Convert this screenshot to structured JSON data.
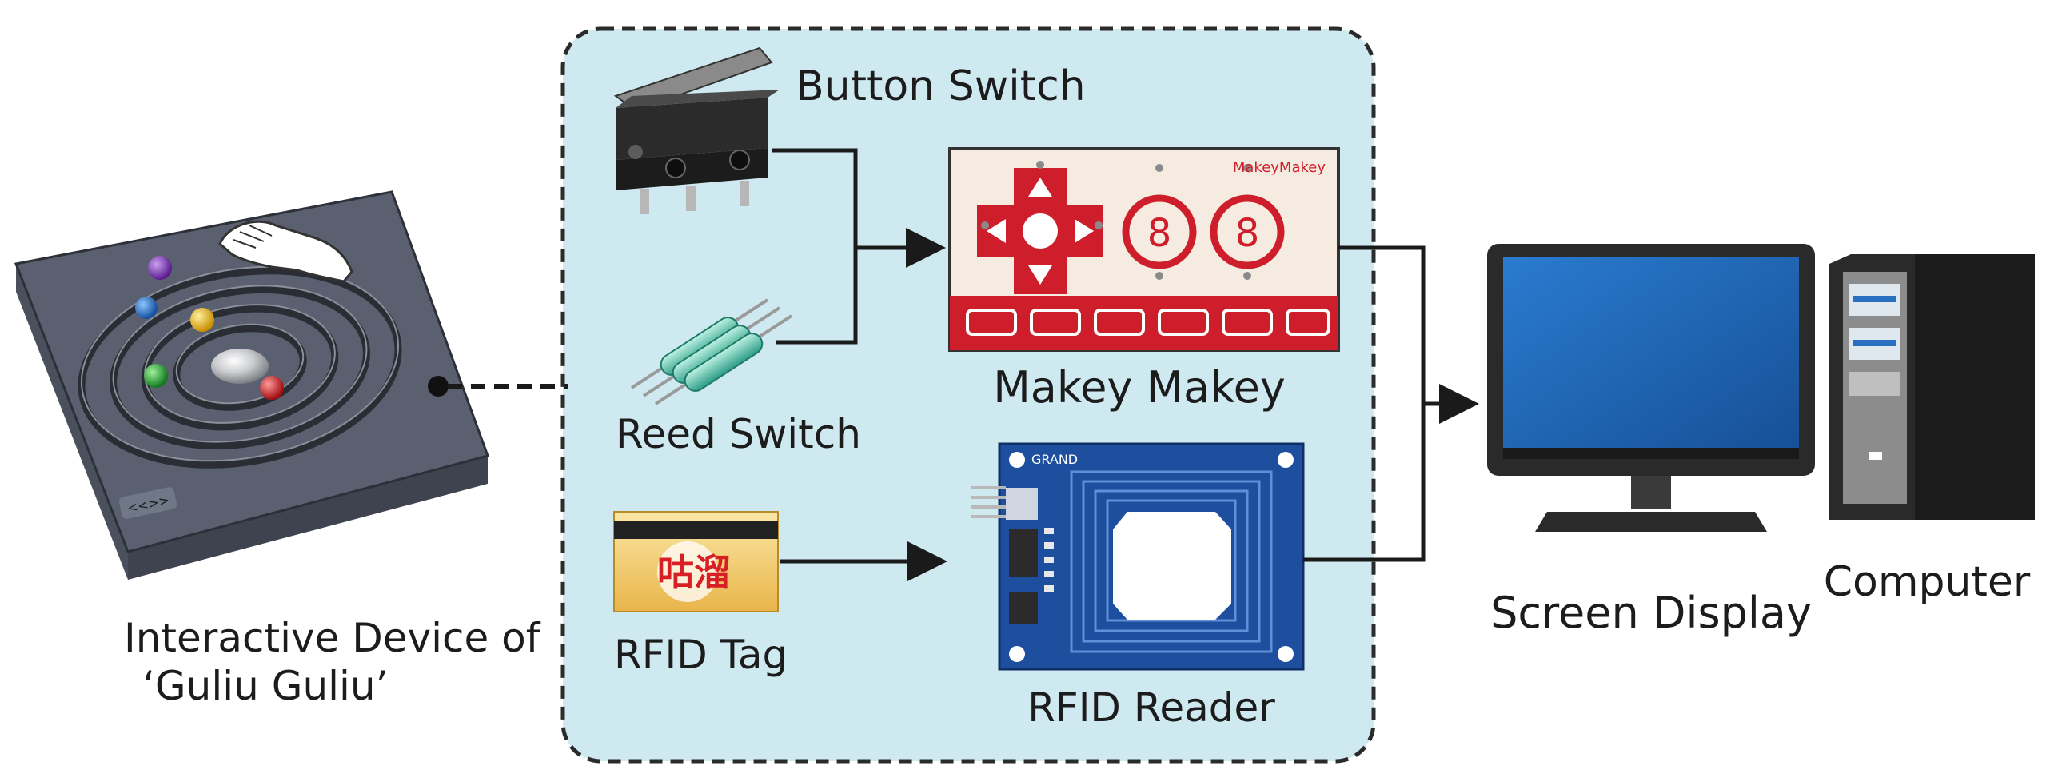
{
  "labels": {
    "device_line1": "Interactive Device of",
    "device_line2": "‘Guliu Guliu’",
    "button_switch": "Button Switch",
    "reed_switch": "Reed Switch",
    "rfid_tag": "RFID Tag",
    "makey_makey": "Makey Makey",
    "rfid_reader": "RFID Reader",
    "screen_display": "Screen Display",
    "computer": "Computer"
  },
  "board_text": {
    "makey_logo": "MakeyMakey",
    "grand": "GRAND",
    "digit_left": "8",
    "digit_right": "8",
    "device_badge": "<<>>",
    "tag_logo": "咕溜"
  },
  "icons": {
    "device": "spiral-marble-board",
    "hand": "hand-icon",
    "button_switch": "micro-switch",
    "reed_switch": "reed-switch",
    "rfid_tag": "rfid-card",
    "makey_makey": "makey-makey-board",
    "rfid_reader": "rfid-reader-module",
    "screen": "monitor",
    "computer": "pc-tower"
  },
  "colors": {
    "panel_fill": "#cfe9f0",
    "panel_border": "#2b2b2b",
    "makey_red": "#cf1e2b",
    "rfid_blue": "#1d4f9e",
    "screen_blue": "#1f68b8",
    "line": "#1a1a1a"
  }
}
